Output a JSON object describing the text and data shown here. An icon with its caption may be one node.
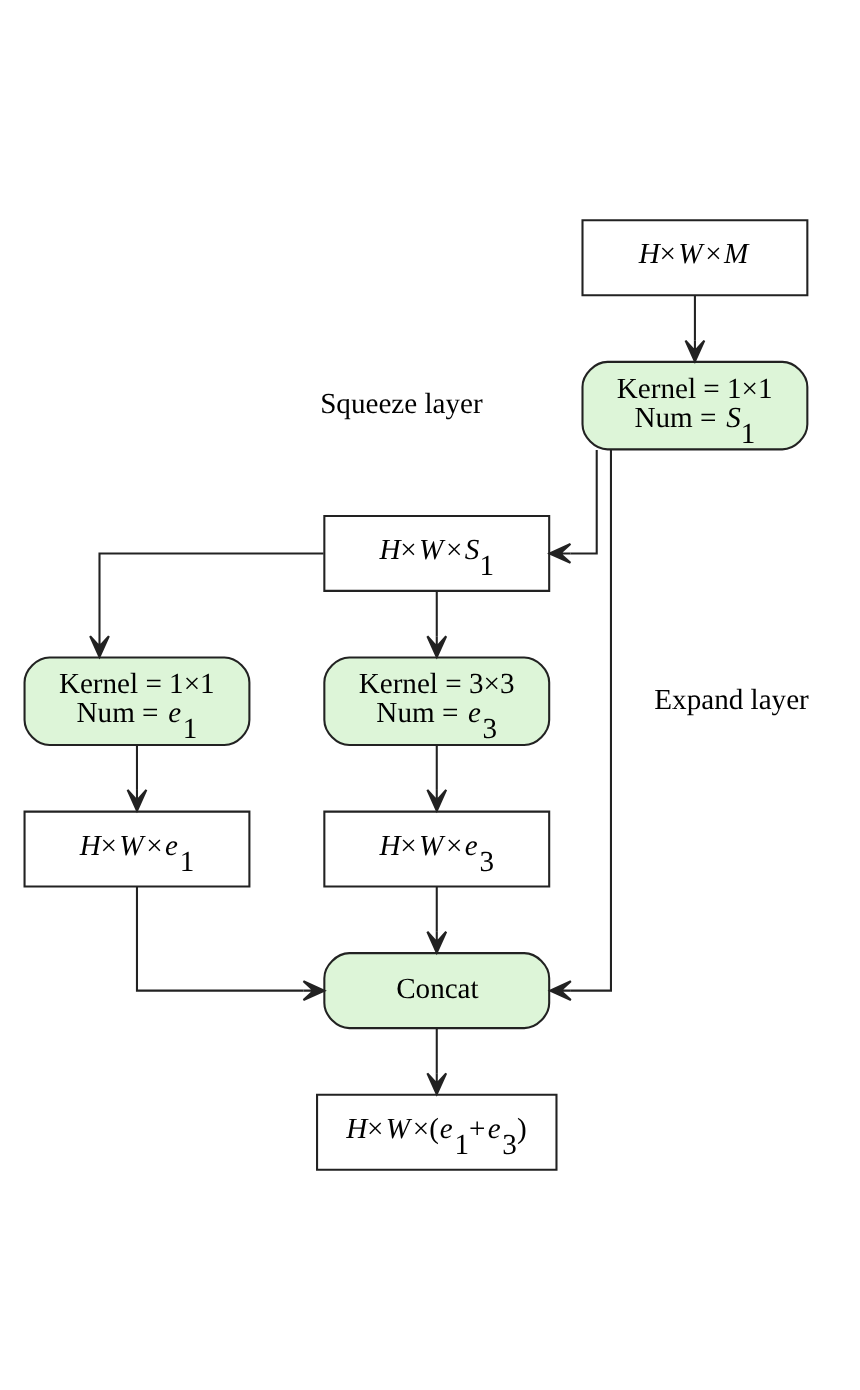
{
  "diagram": {
    "nodes": [
      {
        "text": [
          "*H*×*W*×*M*"
        ]
      },
      {
        "text": [
          "Kernel = 1×1 Num = *S*$_{1}$"
        ]
      },
      {
        "text": [
          "*H*×*W*×*S*$_{1}$"
        ]
      },
      {
        "text": [
          "Kernel = 1×1 Num = *e*$_{1}$"
        ]
      },
      {
        "text": [
          "Kernel = 3×3 Num = *e*$_{3}$"
        ]
      },
      {
        "text": [
          "*H*×*W*×*e*$_{1}$"
        ]
      },
      {
        "text": [
          "*H*×*W*×*e*$_{3}$"
        ]
      },
      {
        "text": [
          "Concat"
        ]
      },
      {
        "text": [
          "*H*×*W*×(*e*$_{1}$+*e*$_{3}$)"
        ]
      }
    ],
    "edges": [
      {
        "from": 0,
        "to": 1,
        "arrow": "to"
      },
      {
        "from": 1,
        "to": 2,
        "arrow": "to"
      },
      {
        "from": 2,
        "to": 3,
        "arrow": "to"
      },
      {
        "from": 2,
        "to": 4,
        "arrow": "to"
      },
      {
        "from": 3,
        "to": 5,
        "arrow": "to"
      },
      {
        "from": 4,
        "to": 6,
        "arrow": "to"
      },
      {
        "from": 5,
        "to": 7,
        "arrow": "to"
      },
      {
        "from": 6,
        "to": 7,
        "arrow": "to"
      },
      {
        "from": 1,
        "to": 7,
        "arrow": "to"
      },
      {
        "from": 7,
        "to": 8,
        "arrow": "to"
      }
    ],
    "labels": [
      "Squeeze layer",
      "Expand layer"
    ]
  }
}
